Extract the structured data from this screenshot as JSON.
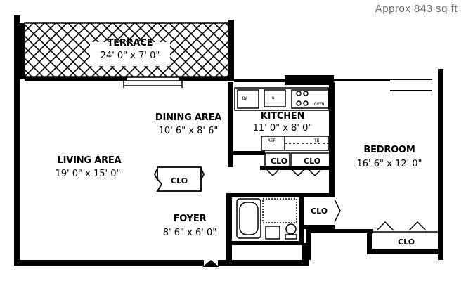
{
  "header": {
    "area_note": "Approx 843 sq ft"
  },
  "rooms": {
    "terrace": {
      "name": "TERRACE",
      "dims": "24' 0\" x 7' 0\""
    },
    "dining": {
      "name": "DINING AREA",
      "dims": "10' 6\" x 8' 6\""
    },
    "kitchen": {
      "name": "KITCHEN",
      "dims": "11' 0\" x 8' 0\""
    },
    "living": {
      "name": "LIVING AREA",
      "dims": "19' 0\" x 15' 0\""
    },
    "bedroom": {
      "name": "BEDROOM",
      "dims": "16' 6\" x 12' 0\""
    },
    "foyer": {
      "name": "FOYER",
      "dims": "8' 6\" x 6' 0\""
    }
  },
  "closets": {
    "label": "CLO",
    "kitchen_1": "CLO",
    "kitchen_2": "CLO",
    "living": "CLO",
    "bath": "CLO",
    "bedroom": "CLO"
  },
  "appliances": {
    "dw": "DW",
    "sink": "S",
    "oven": "OVEN",
    "ref": "REF",
    "tb": "TB"
  },
  "colors": {
    "wall": "#000000",
    "background": "#ffffff",
    "note": "#6b6b6b"
  }
}
